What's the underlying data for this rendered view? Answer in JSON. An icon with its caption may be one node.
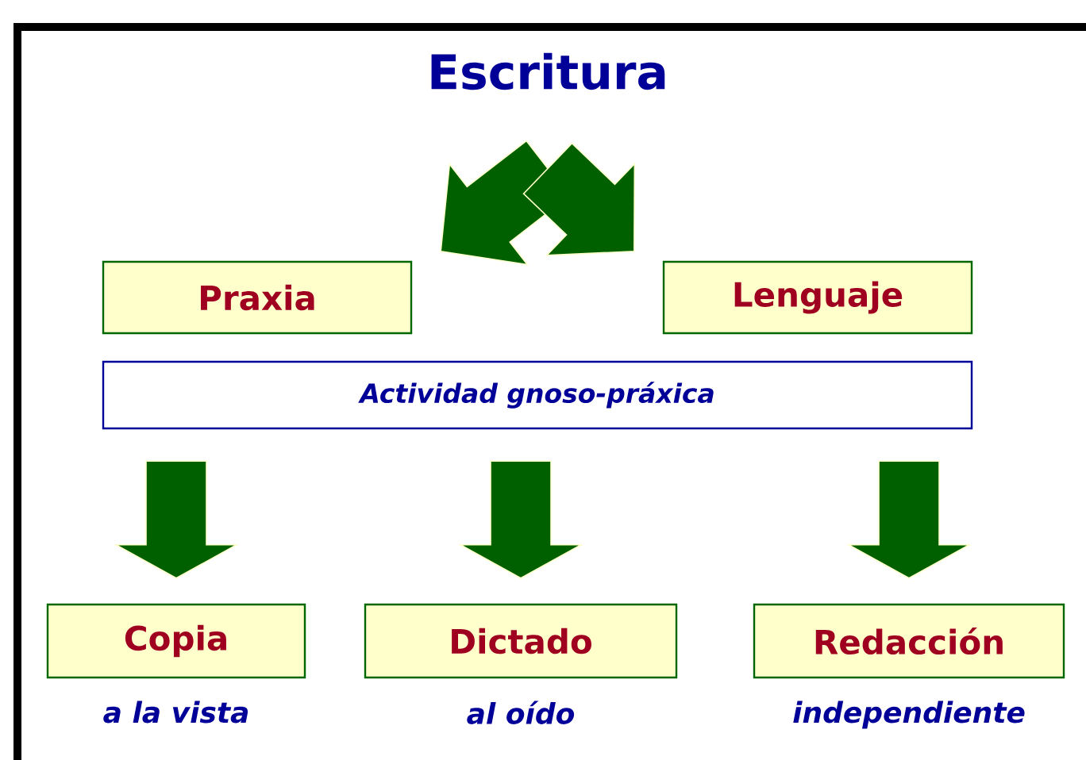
{
  "diagram": {
    "nodes": [
      {
        "text": [
          "Escritura"
        ]
      },
      {
        "text": [
          "Praxia"
        ]
      },
      {
        "text": [
          "Lenguaje"
        ]
      },
      {
        "text": [
          "Actividad gnoso-práxica"
        ]
      },
      {
        "text": [
          "Copia"
        ],
        "beside": [
          "a la vista"
        ]
      },
      {
        "text": [
          "Dictado"
        ],
        "beside": [
          "al oído"
        ]
      },
      {
        "text": [
          "Redacción"
        ],
        "beside": [
          "independiente"
        ]
      }
    ],
    "edges": [
      {
        "from": 0,
        "to": 1,
        "arrow": "to"
      },
      {
        "from": 0,
        "to": 2,
        "arrow": "to"
      },
      {
        "from": 3,
        "to": 4,
        "arrow": "to"
      },
      {
        "from": 3,
        "to": 5,
        "arrow": "to"
      },
      {
        "from": 3,
        "to": 6,
        "arrow": "to"
      }
    ]
  }
}
